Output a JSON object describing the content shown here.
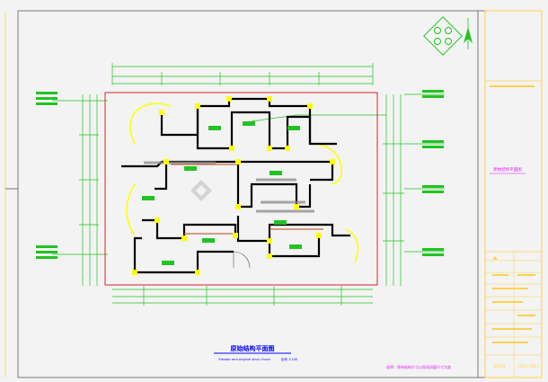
{
  "drawing": {
    "title": "原始结构平面图",
    "subtitle": "Elevato and original struc chure",
    "scale": "比例 1:100",
    "note": "说明：原有结构尺寸以现场测量尺寸为准"
  },
  "title_block": {
    "sheet_name": "原始结构平面图",
    "drawing_number": "ZJT-01",
    "date": "2013.2017"
  },
  "colors": {
    "background": "#f3f3f3",
    "frame": "#00b4b4",
    "dimension": "#22c322",
    "wall": "#000000",
    "wall_fill": "#8a8a8a",
    "boundary": "#e21f2e",
    "column_fill": "#ffff00",
    "title_text": "#0000ff",
    "note_text": "#d81ef0",
    "title_block_text": "#d81ef0",
    "north_arrow": "#22c322"
  },
  "icons": {
    "north_arrow": "north-arrow-icon",
    "compass": "compass-rose-icon",
    "watermark": "watermark-logo"
  }
}
